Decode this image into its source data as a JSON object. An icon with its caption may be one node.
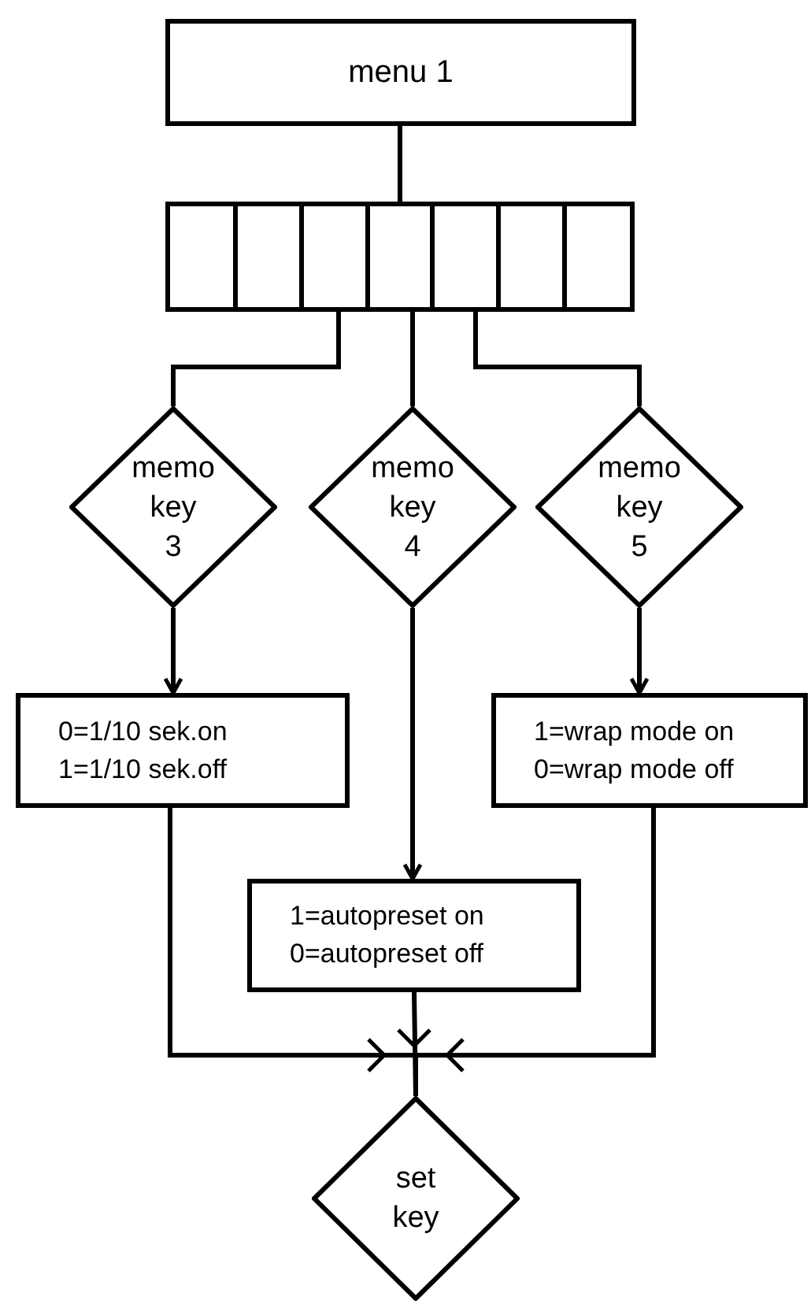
{
  "diagram": {
    "nodes": [
      {
        "text": [
          "menu 1"
        ]
      },
      {
        "text": [],
        "shape": "bar"
      },
      {
        "text": [
          "memo key 3"
        ]
      },
      {
        "text": [
          "memo key 4"
        ]
      },
      {
        "text": [
          "memo key 5"
        ]
      },
      {
        "text": [
          "0=1/10 sek.on",
          "1=1/10 sek.off"
        ]
      },
      {
        "text": [
          "1=wrap mode on",
          "0=wrap mode off"
        ]
      },
      {
        "text": [
          "1=autopreset on",
          "0=autopreset off"
        ]
      },
      {
        "text": [
          "set key"
        ]
      }
    ],
    "edges": [
      {
        "from": 0,
        "to": 1,
        "arrow": "none"
      },
      {
        "from": 1,
        "to": 2,
        "arrow": "none"
      },
      {
        "from": 1,
        "to": 3,
        "arrow": "none"
      },
      {
        "from": 1,
        "to": 4,
        "arrow": "none"
      },
      {
        "from": 2,
        "to": 5,
        "arrow": "to"
      },
      {
        "from": 3,
        "to": 7,
        "arrow": "to"
      },
      {
        "from": 4,
        "to": 6,
        "arrow": "to"
      },
      {
        "from": 5,
        "to": 8,
        "arrow": "to"
      },
      {
        "from": 7,
        "to": 8,
        "arrow": "to"
      },
      {
        "from": 6,
        "to": 8,
        "arrow": "to"
      }
    ]
  }
}
